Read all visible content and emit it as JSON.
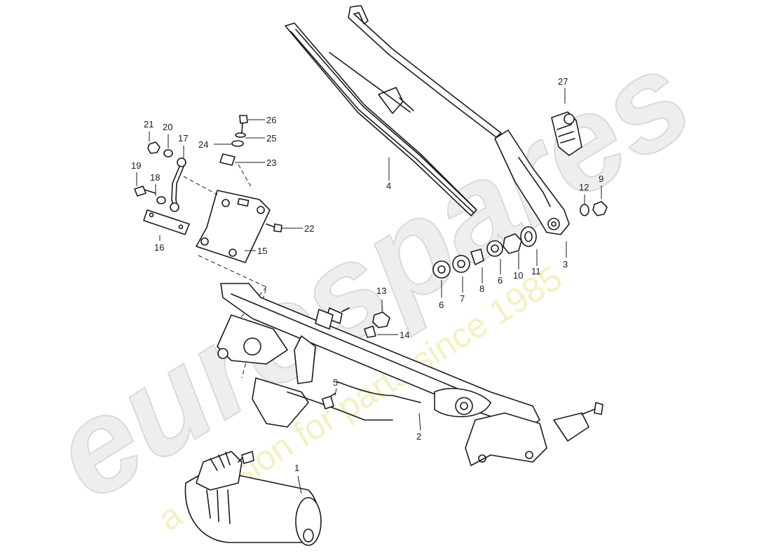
{
  "watermark": {
    "brand": "eurospares",
    "tagline": "a passion for parts since 1985",
    "colors": {
      "brand": "#e6e6e6",
      "tagline": "#ece9a6"
    }
  },
  "callouts": {
    "c1": "1",
    "c2": "2",
    "c3": "3",
    "c4": "4",
    "c5": "5",
    "c6a": "6",
    "c6b": "6",
    "c7": "7",
    "c8": "8",
    "c9": "9",
    "c10": "10",
    "c11": "11",
    "c12": "12",
    "c13": "13",
    "c14": "14",
    "c15": "15",
    "c16": "16",
    "c17": "17",
    "c18": "18",
    "c19": "19",
    "c20": "20",
    "c21": "21",
    "c22": "22",
    "c23": "23",
    "c24": "24",
    "c25": "25",
    "c26": "26",
    "c27": "27"
  }
}
